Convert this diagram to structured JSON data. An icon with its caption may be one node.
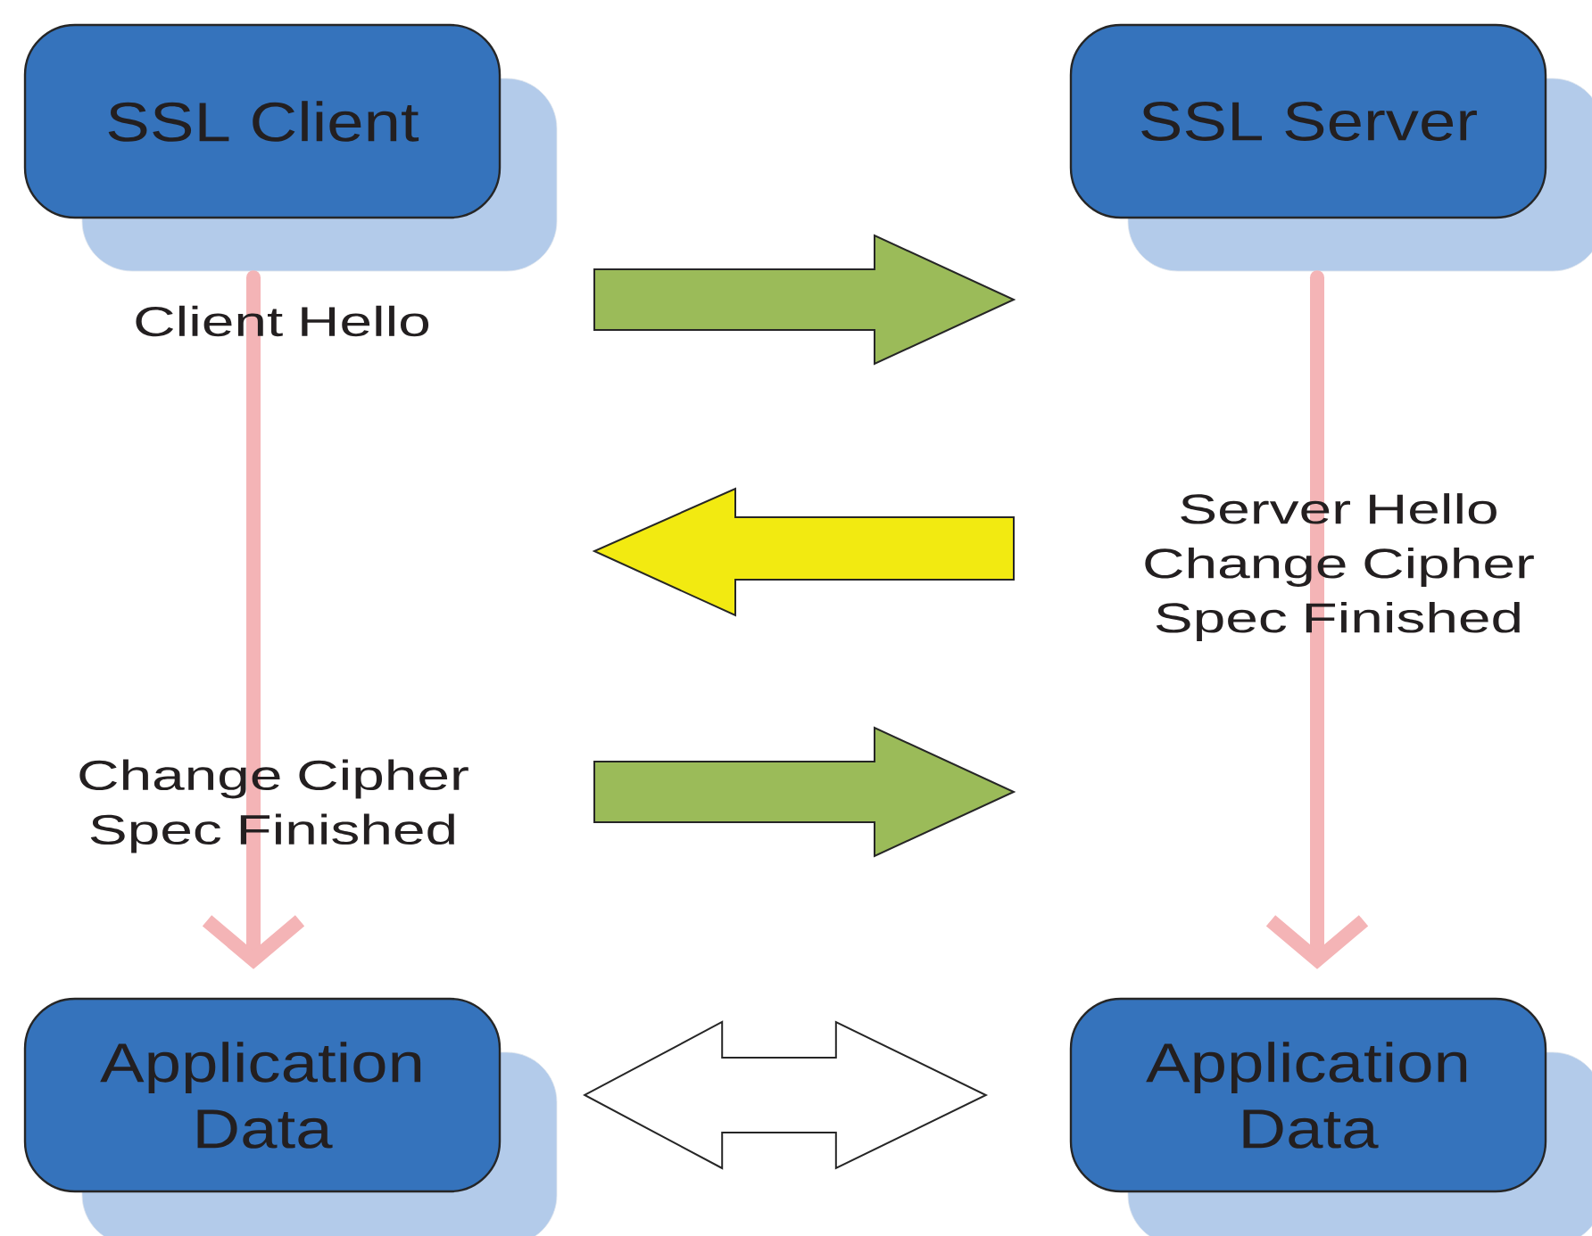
{
  "diagram": {
    "nodes": [
      {
        "text": [
          "SSL Client"
        ]
      },
      {
        "text": [
          "SSL Server"
        ]
      },
      {
        "text": [
          "Application Data"
        ]
      },
      {
        "text": [
          "Application Data"
        ]
      }
    ],
    "edges": [
      {
        "from": 0,
        "to": 2,
        "arrow": "to",
        "color": "#f4b4b6"
      },
      {
        "from": 1,
        "to": 3,
        "arrow": "to",
        "color": "#f4b4b6"
      },
      {
        "from": 2,
        "to": 3,
        "arrow": "both"
      }
    ],
    "labels": [
      "Client Hello",
      "Server Hello Change Cipher Spec Finished",
      "Change Cipher Spec Finished"
    ]
  }
}
